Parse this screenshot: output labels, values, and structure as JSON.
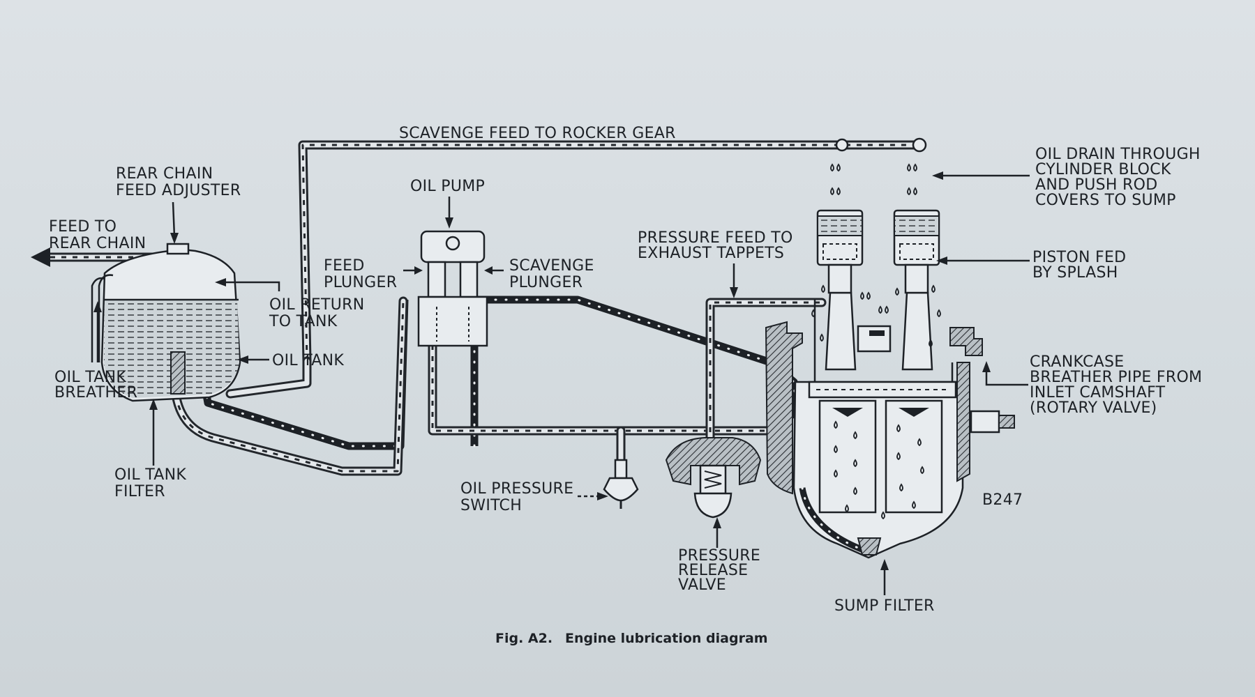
{
  "labels": {
    "scavenge_feed": "SCAVENGE FEED TO ROCKER GEAR",
    "rear_chain_adj_1": "REAR CHAIN",
    "rear_chain_adj_2": "FEED ADJUSTER",
    "oil_pump": "OIL PUMP",
    "feed_rear_chain_1": "FEED TO",
    "feed_rear_chain_2": "REAR CHAIN",
    "feed_plunger_1": "FEED",
    "feed_plunger_2": "PLUNGER",
    "scavenge_plunger_1": "SCAVENGE",
    "scavenge_plunger_2": "PLUNGER",
    "pressure_feed_1": "PRESSURE FEED TO",
    "pressure_feed_2": "EXHAUST TAPPETS",
    "oil_drain_1": "OIL DRAIN THROUGH",
    "oil_drain_2": "CYLINDER BLOCK",
    "oil_drain_3": "AND PUSH ROD",
    "oil_drain_4": "COVERS TO SUMP",
    "piston_fed_1": "PISTON FED",
    "piston_fed_2": "BY SPLASH",
    "oil_return_1": "OIL RETURN",
    "oil_return_2": "TO TANK",
    "oil_tank": "OIL TANK",
    "oil_tank_breather_1": "OIL TANK",
    "oil_tank_breather_2": "BREATHER",
    "crankcase_1": "CRANKCASE",
    "crankcase_2": "BREATHER PIPE FROM",
    "crankcase_3": "INLET CAMSHAFT",
    "crankcase_4": "(ROTARY VALVE)",
    "oil_tank_filter_1": "OIL TANK",
    "oil_tank_filter_2": "FILTER",
    "oil_pressure_switch_1": "OIL PRESSURE",
    "oil_pressure_switch_2": "SWITCH",
    "pressure_release_1": "PRESSURE",
    "pressure_release_2": "RELEASE",
    "pressure_release_3": "VALVE",
    "sump_filter": "SUMP FILTER",
    "ref_code": "B247"
  },
  "caption": {
    "fig": "Fig. A2.",
    "title": "Engine lubrication diagram"
  }
}
